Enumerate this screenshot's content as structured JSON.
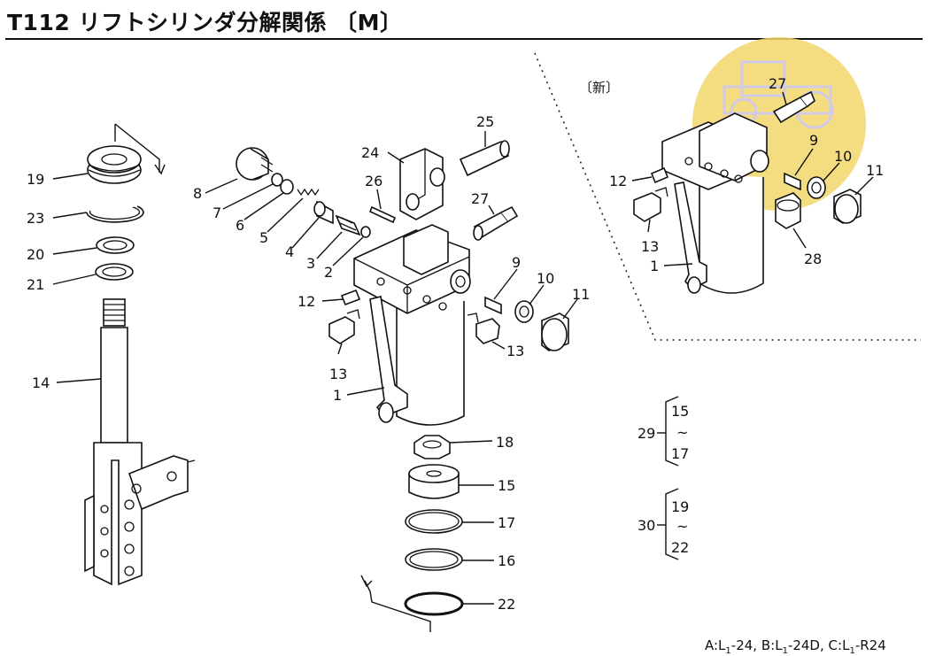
{
  "title": "T112 リフトシリンダ分解関係 〔M〕",
  "inset_label": "〔新〕",
  "footer": {
    "a_prefix": "A:L",
    "a_suffix": "-24,",
    "b_prefix": "B:L",
    "b_suffix": "-24D,",
    "c_prefix": "C:L",
    "c_suffix": "-R24",
    "subscript": "1"
  },
  "watermark_color": "#f3d66a",
  "callouts": {
    "n1": "1",
    "n2": "2",
    "n3": "3",
    "n4": "4",
    "n5": "5",
    "n6": "6",
    "n7": "7",
    "n8": "8",
    "n9": "9",
    "n10": "10",
    "n11": "11",
    "n12": "12",
    "n13": "13",
    "n13b": "13",
    "n14": "14",
    "n15": "15",
    "n16": "16",
    "n17": "17",
    "n18": "18",
    "n19": "19",
    "n20": "20",
    "n21": "21",
    "n22": "22",
    "n23": "23",
    "n24": "24",
    "n25": "25",
    "n26": "26",
    "n27": "27"
  },
  "inset_callouts": {
    "n1": "1",
    "n9": "9",
    "n10": "10",
    "n11": "11",
    "n12": "12",
    "n13": "13",
    "n27": "27",
    "n28": "28"
  },
  "assemblies": [
    {
      "id": "29",
      "from": "15",
      "sep": "~",
      "to": "17"
    },
    {
      "id": "30",
      "from": "19",
      "sep": "~",
      "to": "22"
    }
  ]
}
